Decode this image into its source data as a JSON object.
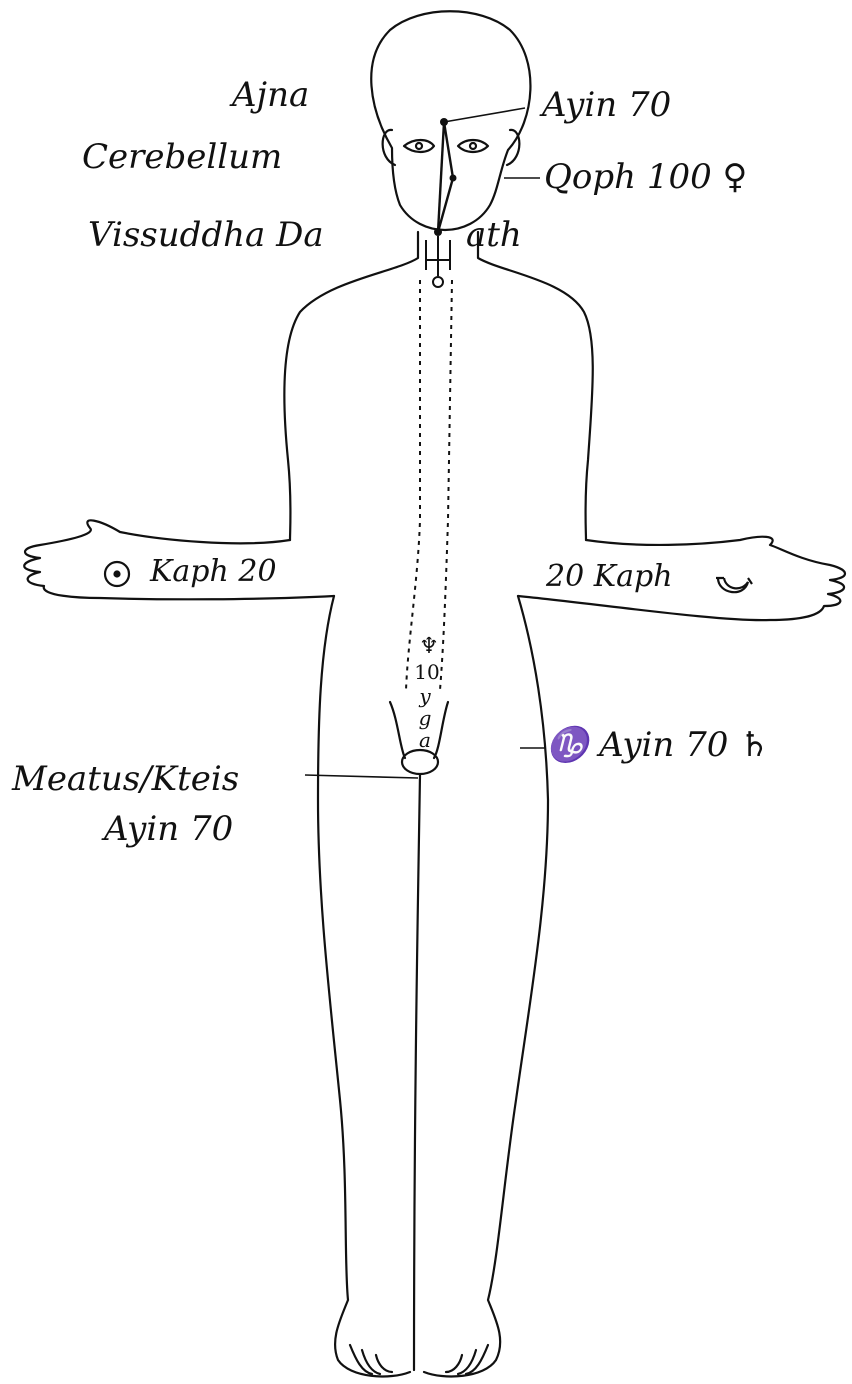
{
  "labels": {
    "ajna": "Ajna",
    "ayin_head": "Ayin 70",
    "cerebellum": "Cerebellum",
    "qoph": "Qoph 100 ♀",
    "vissuddha": "Vissuddha Da",
    "daath_end": "ath",
    "kaph_left": "Kaph 20",
    "kaph_right": "20 Kaph",
    "capricorn": "♑ Ayin 70 ♄",
    "meatus": "Meatus/Kteis",
    "ayin_meatus": "Ayin 70"
  },
  "spine_marks": {
    "upper": "♆",
    "number": "10",
    "lower_1": "y",
    "lower_2": "g",
    "lower_3": "a"
  },
  "colors": {
    "ink": "#111111",
    "paper": "#ffffff"
  }
}
